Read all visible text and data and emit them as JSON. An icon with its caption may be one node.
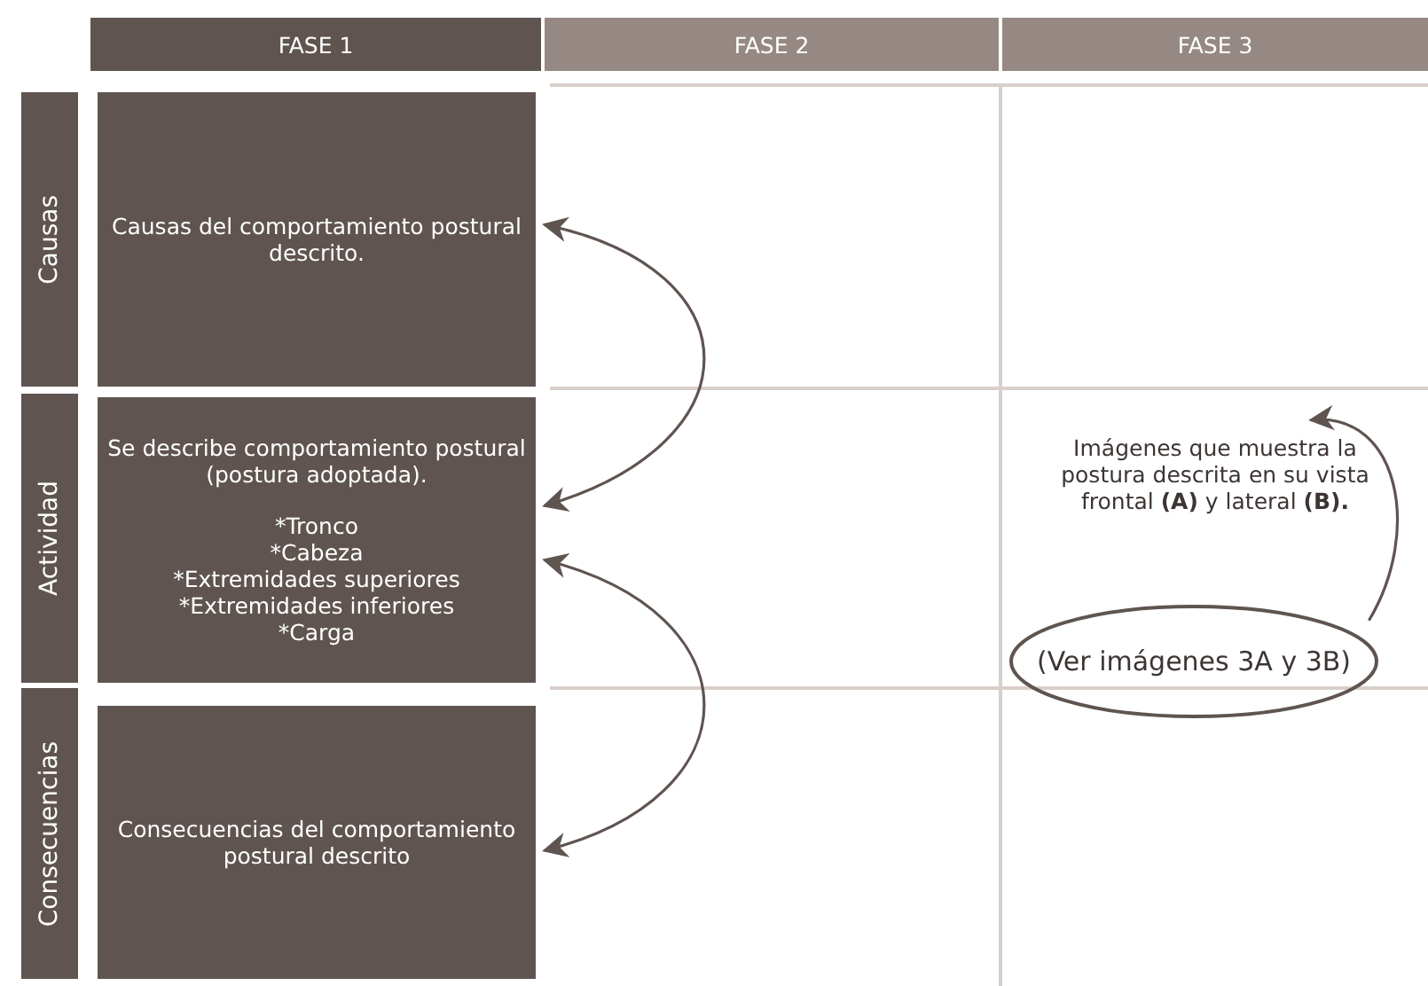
{
  "diagram": {
    "nodes": [
      {
        "text": [
          "FASE 1"
        ]
      },
      {
        "text": [
          "FASE 2"
        ]
      },
      {
        "text": [
          "FASE 3"
        ]
      },
      {
        "text": [
          "Causas"
        ]
      },
      {
        "text": [
          "Causas del comportamiento postural descrito."
        ]
      },
      {
        "text": [
          "Actividad"
        ]
      },
      {
        "text": [
          "Se describe comportamiento postural (postura adoptada).",
          "*Tronco",
          "*Cabeza",
          "*Extremidades superiores",
          "*Extremidades inferiores",
          "*Carga"
        ]
      },
      {
        "text": [
          "Imágenes que muestra  la postura descrita en su vista frontal **(A)** y lateral **(B).**"
        ]
      },
      {
        "text": [
          "(Ver imágenes 3A y 3B)"
        ]
      },
      {
        "text": [
          "Consecuencias"
        ]
      },
      {
        "text": [
          "Consecuencias del comportamiento postural descrito"
        ]
      }
    ],
    "edges": [
      {
        "from": 4,
        "to": 6,
        "arrow": "both"
      },
      {
        "from": 6,
        "to": 10,
        "arrow": "both"
      },
      {
        "from": 8,
        "to": 7,
        "arrow": "to"
      }
    ]
  }
}
